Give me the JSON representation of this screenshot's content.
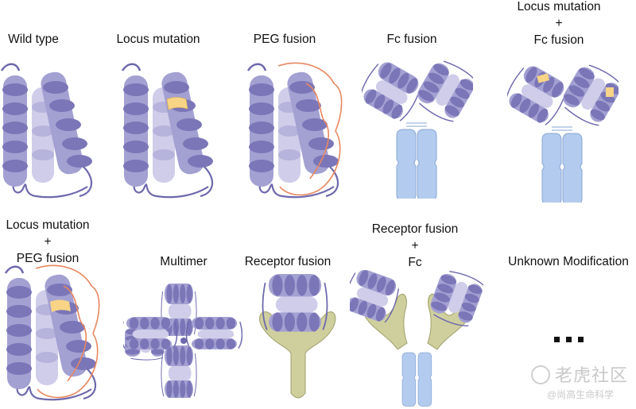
{
  "panels": [
    {
      "id": "wild-type",
      "label_lines": [
        "Wild type"
      ]
    },
    {
      "id": "locus-mutation",
      "label_lines": [
        "Locus mutation"
      ]
    },
    {
      "id": "peg-fusion",
      "label_lines": [
        "PEG fusion"
      ]
    },
    {
      "id": "fc-fusion",
      "label_lines": [
        "Fc fusion"
      ]
    },
    {
      "id": "locus-mutation-fc-fusion",
      "label_lines": [
        "Locus mutation",
        "+",
        "Fc fusion"
      ]
    },
    {
      "id": "locus-mutation-peg-fusion",
      "label_lines": [
        "Locus mutation",
        "+",
        "PEG fusion"
      ]
    },
    {
      "id": "multimer",
      "label_lines": [
        "Multimer"
      ]
    },
    {
      "id": "receptor-fusion",
      "label_lines": [
        "Receptor fusion"
      ]
    },
    {
      "id": "receptor-fusion-fc",
      "label_lines": [
        "Receptor fusion",
        "+",
        "Fc"
      ]
    },
    {
      "id": "unknown-modification",
      "label_lines": [
        "Unknown Modification"
      ]
    }
  ],
  "watermark": {
    "brand": "老虎社区",
    "handle": "@尚高生命科学"
  },
  "colors": {
    "helix_dark": "#7b76b8",
    "helix_mid": "#a3a0d2",
    "helix_light": "#cfcde9",
    "mutation": "#f7d486",
    "peg": "#e8875f",
    "fc": "#b3cbee",
    "fc_stroke": "#8aa7d6",
    "receptor": "#cfcf9e",
    "receptor_stroke": "#9e9f6a"
  }
}
